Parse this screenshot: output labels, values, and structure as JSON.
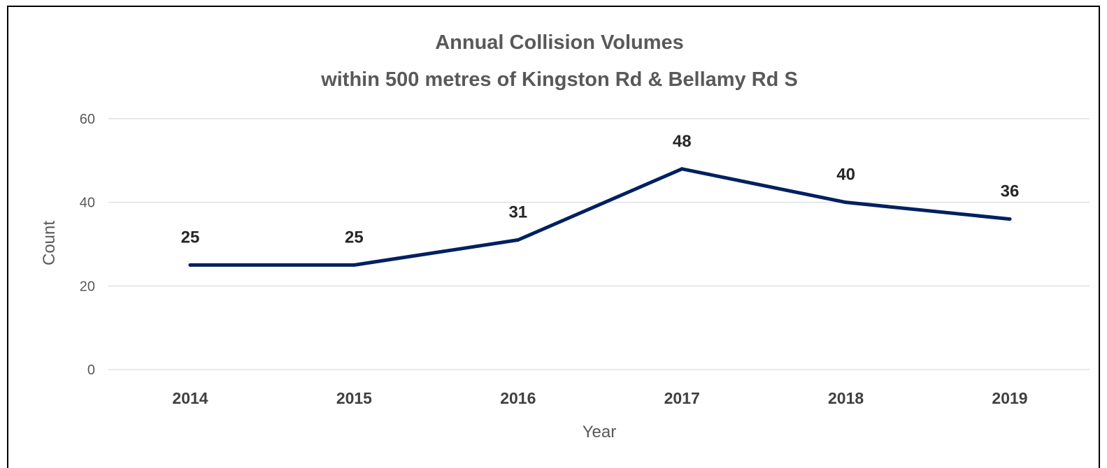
{
  "chart_data": {
    "type": "line",
    "title": "Annual Collision Volumes",
    "subtitle": "within 500 metres of Kingston Rd & Bellamy Rd S",
    "xlabel": "Year",
    "ylabel": "Count",
    "categories": [
      "2014",
      "2015",
      "2016",
      "2017",
      "2018",
      "2019"
    ],
    "series": [
      {
        "values": [
          25,
          25,
          31,
          48,
          40,
          36
        ],
        "color": "#002060"
      }
    ],
    "ylim": [
      0,
      60
    ],
    "yticks": [
      0,
      20,
      40,
      60
    ],
    "grid": true,
    "data_labels": true,
    "legend": "none"
  }
}
